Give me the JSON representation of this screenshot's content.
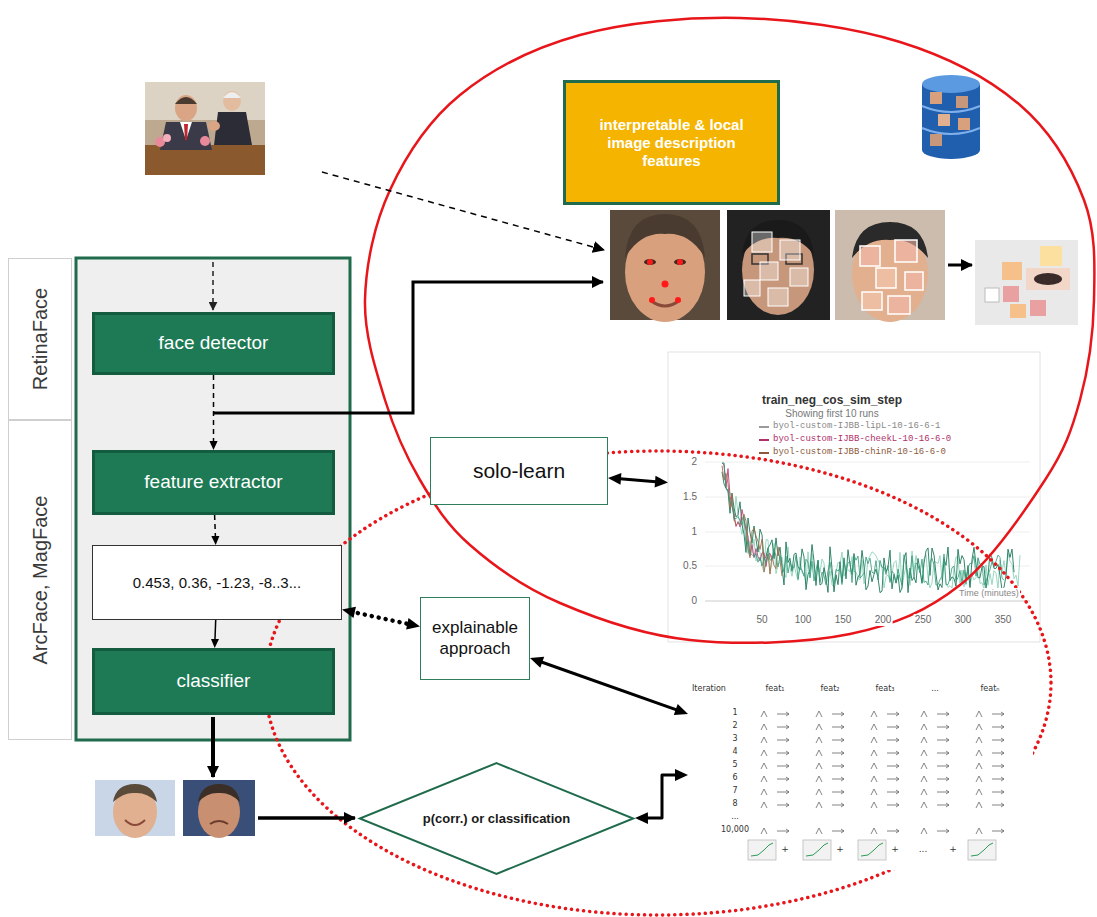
{
  "diagram": {
    "nodes": [
      {
        "text": [
          "RetinaFace"
        ]
      },
      {
        "text": [
          "ArcFace, MagFace"
        ]
      },
      {
        "text": [
          "face detector"
        ]
      },
      {
        "text": [
          "feature extractor"
        ]
      },
      {
        "text": [
          "0.453, 0.36, -1.23, -8..3..."
        ]
      },
      {
        "text": [
          "classifier"
        ]
      },
      {
        "text": [
          "interpretable & local image description features"
        ]
      },
      {
        "text": [
          "solo-learn"
        ]
      },
      {
        "text": [
          "explainable approach"
        ]
      },
      {
        "text": [
          "p(corr.) or classification"
        ]
      },
      {
        "text": [
          "train_neg_cos_sim_step",
          "Showing first 10 runs",
          "byol-custom-IJBB-lipL-10-16-6-1",
          "byol-custom-IJBB-cheekL-10-16-6-0",
          "byol-custom-IJBB-chinR-10-16-6-0",
          "2",
          "1.5",
          "1",
          "0.5",
          "0",
          "50",
          "100",
          "150",
          "200",
          "250",
          "300",
          "350",
          "Time (minutes)"
        ]
      },
      {
        "text": [
          "Iteration",
          "feat₁",
          "feat₂",
          "feat₃",
          "...",
          "featₙ",
          "1",
          "2",
          "3",
          "4",
          "5",
          "6",
          "7",
          "8",
          "...",
          "10,000",
          "+",
          "+",
          "+",
          "...",
          "+"
        ]
      }
    ],
    "edges": [
      {
        "from": 2,
        "to": 3,
        "arrow": "to"
      },
      {
        "from": 3,
        "to": 4,
        "arrow": "to"
      },
      {
        "from": 4,
        "to": 5,
        "arrow": "to"
      },
      {
        "from": 4,
        "to": 8,
        "arrow": "both"
      },
      {
        "from": 7,
        "to": 10,
        "arrow": "both"
      },
      {
        "from": 8,
        "to": 11,
        "arrow": "both"
      },
      {
        "from": 9,
        "to": 11,
        "arrow": "both"
      }
    ]
  }
}
